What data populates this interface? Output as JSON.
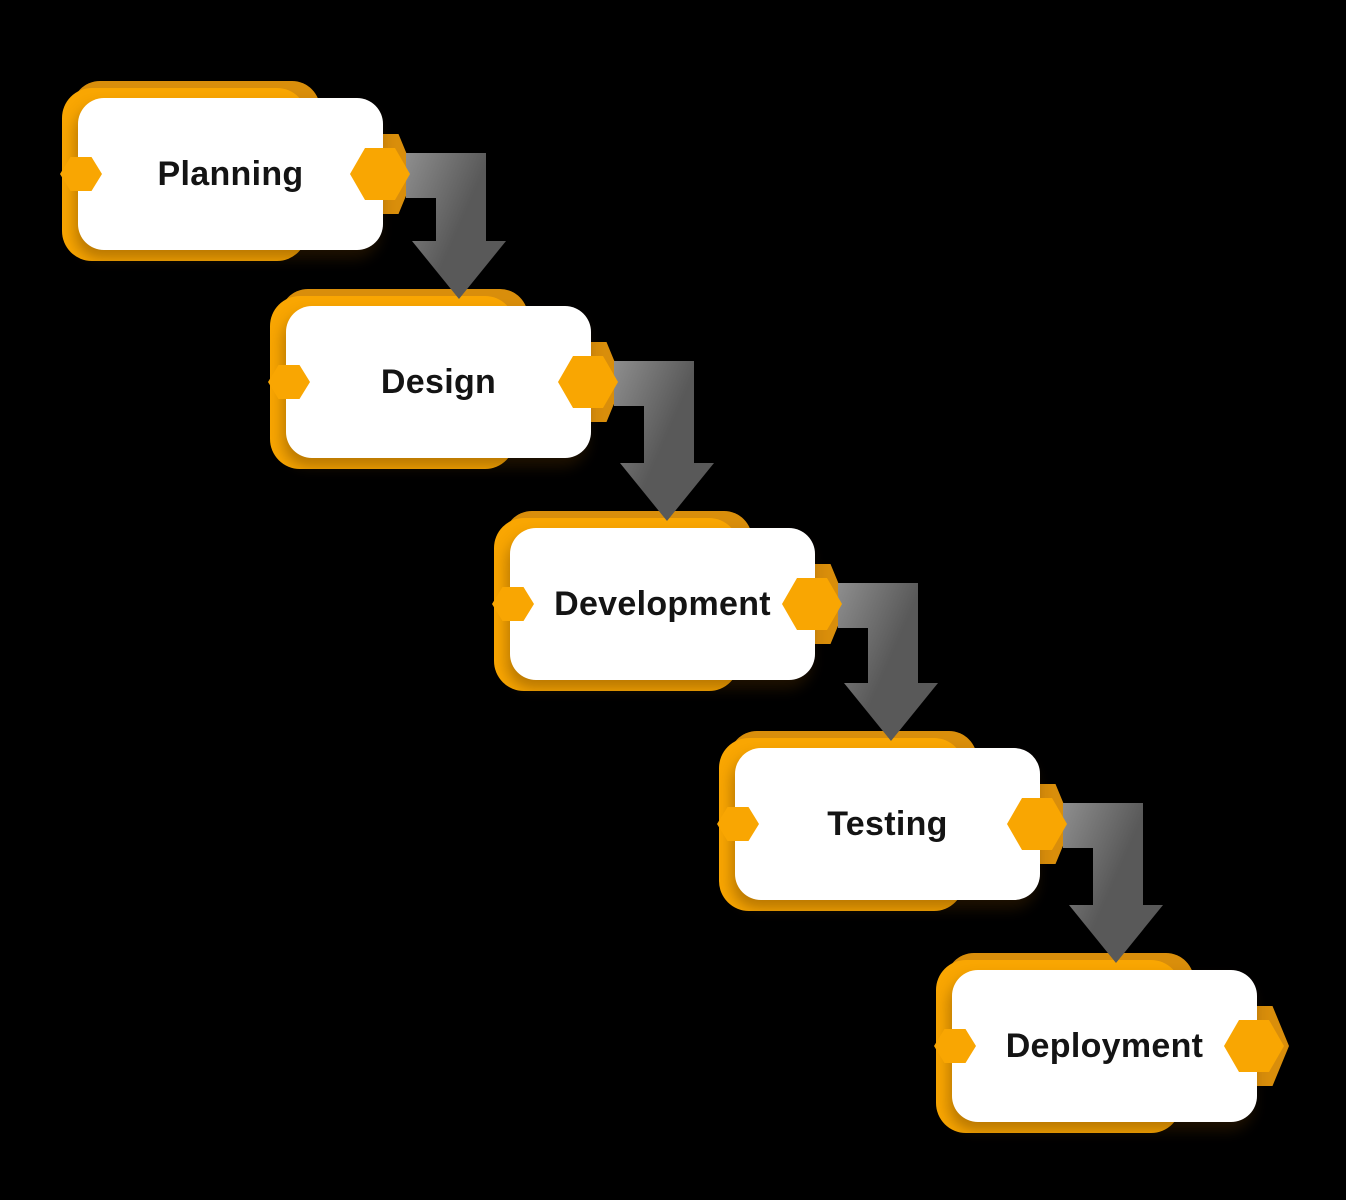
{
  "diagram": {
    "name": "waterfall-process-flow",
    "type": "flowchart",
    "layout_hint": "staircase top-left to bottom-right, each step connected by a down-elbow arrow",
    "steps": [
      {
        "label": "Planning"
      },
      {
        "label": "Design"
      },
      {
        "label": "Development"
      },
      {
        "label": "Testing"
      },
      {
        "label": "Deployment"
      }
    ],
    "edges": [
      {
        "from": "Planning",
        "to": "Design"
      },
      {
        "from": "Design",
        "to": "Development"
      },
      {
        "from": "Development",
        "to": "Testing"
      },
      {
        "from": "Testing",
        "to": "Deployment"
      }
    ],
    "colors": {
      "background": "#000000",
      "node_fill": "#FFFFFF",
      "node_accent": "#F9A602",
      "node_accent_dark": "#D98E0B",
      "arrow_dark": "#595959",
      "arrow_light": "#949494",
      "text": "#141414"
    }
  }
}
